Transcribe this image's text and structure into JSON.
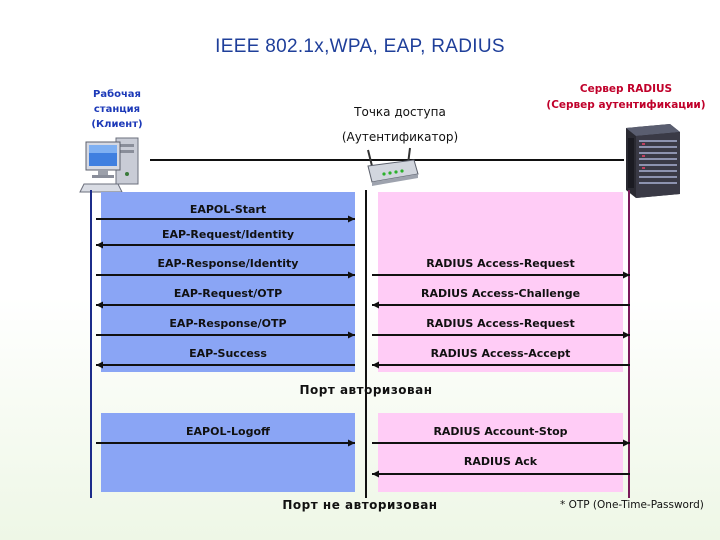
{
  "title": "IEEE 802.1x,WPA, EAP, RADIUS",
  "client": {
    "label_lines": [
      "Рабочая",
      "станция",
      "(Клиент)"
    ]
  },
  "access_point": {
    "label_lines": [
      "Точка доступа",
      "(Аутентификатор)"
    ]
  },
  "server": {
    "label_lines": [
      "Сервер RADIUS",
      "(Сервер аутентификации)"
    ]
  },
  "colors": {
    "title": "#1f3f9a",
    "client_label": "#1c39b8",
    "server_label": "#c0002a",
    "client_panel": "#8aa5f5",
    "server_panel": "#ffccf6",
    "client_lifeline": "#1c2c8a",
    "server_lifeline": "#7a1a5a"
  },
  "icons": {
    "client": "workstation-computer-icon",
    "access_point": "wireless-router-icon",
    "server": "rack-server-icon"
  },
  "client_messages": [
    {
      "label": "EAPOL-Start",
      "direction": "right"
    },
    {
      "label": "EAP-Request/Identity",
      "direction": "left"
    },
    {
      "label": "EAP-Response/Identity",
      "direction": "right"
    },
    {
      "label": "EAP-Request/OTP",
      "direction": "left"
    },
    {
      "label": "EAP-Response/OTP",
      "direction": "right"
    },
    {
      "label": "EAP-Success",
      "direction": "left"
    }
  ],
  "server_messages": [
    {
      "label": "RADIUS Access-Request",
      "direction": "right"
    },
    {
      "label": "RADIUS Access-Challenge",
      "direction": "left"
    },
    {
      "label": "RADIUS Access-Request",
      "direction": "right"
    },
    {
      "label": "RADIUS Access-Accept",
      "direction": "left"
    }
  ],
  "port_authorized": "Порт авторизован",
  "logoff_client_messages": [
    {
      "label": "EAPOL-Logoff",
      "direction": "right"
    }
  ],
  "logoff_server_messages": [
    {
      "label": "RADIUS Account-Stop",
      "direction": "right"
    },
    {
      "label": "RADIUS Ack",
      "direction": "left"
    }
  ],
  "port_unauthorized": "Порт не авторизован",
  "footnote": "* OTP (One-Time-Password)"
}
